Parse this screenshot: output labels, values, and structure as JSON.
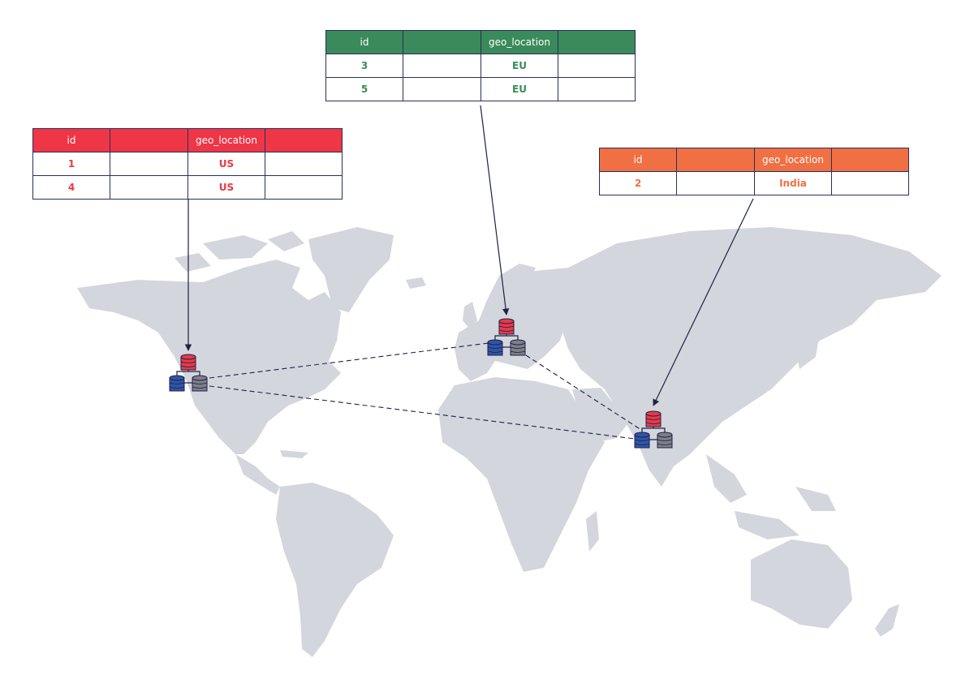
{
  "colors": {
    "map_land": "#d3d6dc",
    "link_line": "#1f2147",
    "db_red": "#e63a4a",
    "db_blue": "#2f55a8",
    "db_gray": "#7d7f87"
  },
  "tables": [
    {
      "key": "eu",
      "color": "#3a8a5b",
      "header": {
        "id": "id",
        "geo_location": "geo_location"
      },
      "rows": [
        {
          "id": "3",
          "geo_location": "EU"
        },
        {
          "id": "5",
          "geo_location": "EU"
        }
      ]
    },
    {
      "key": "us",
      "color": "#ef3647",
      "header": {
        "id": "id",
        "geo_location": "geo_location"
      },
      "rows": [
        {
          "id": "1",
          "geo_location": "US"
        },
        {
          "id": "4",
          "geo_location": "US"
        }
      ]
    },
    {
      "key": "india",
      "color": "#f07044",
      "header": {
        "id": "id",
        "geo_location": "geo_location"
      },
      "rows": [
        {
          "id": "2",
          "geo_location": "India"
        }
      ]
    }
  ],
  "database_nodes": [
    {
      "key": "us",
      "icon": "database-cluster-icon"
    },
    {
      "key": "eu",
      "icon": "database-cluster-icon"
    },
    {
      "key": "india",
      "icon": "database-cluster-icon"
    }
  ]
}
